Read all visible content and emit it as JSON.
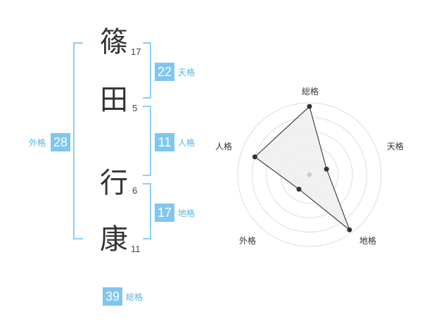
{
  "name": {
    "chars": [
      {
        "char": "篠",
        "strokes": "17"
      },
      {
        "char": "田",
        "strokes": "5"
      },
      {
        "char": "行",
        "strokes": "6"
      },
      {
        "char": "康",
        "strokes": "11"
      }
    ]
  },
  "kakusu": {
    "ten": {
      "label": "天格",
      "value": "22"
    },
    "jin": {
      "label": "人格",
      "value": "11"
    },
    "chi": {
      "label": "地格",
      "value": "17"
    },
    "gai": {
      "label": "外格",
      "value": "28"
    },
    "sou": {
      "label": "総格",
      "value": "39"
    }
  },
  "colors": {
    "accent": "#7fc6f0",
    "bracket": "#8ccff4",
    "text": "#333333"
  },
  "chart_data": {
    "type": "radar",
    "axes": [
      "総格",
      "天格",
      "地格",
      "外格",
      "人格"
    ],
    "values": [
      0.95,
      0.25,
      0.95,
      0.25,
      0.8
    ],
    "range": [
      0,
      1
    ],
    "rings": 5,
    "grid": true
  }
}
